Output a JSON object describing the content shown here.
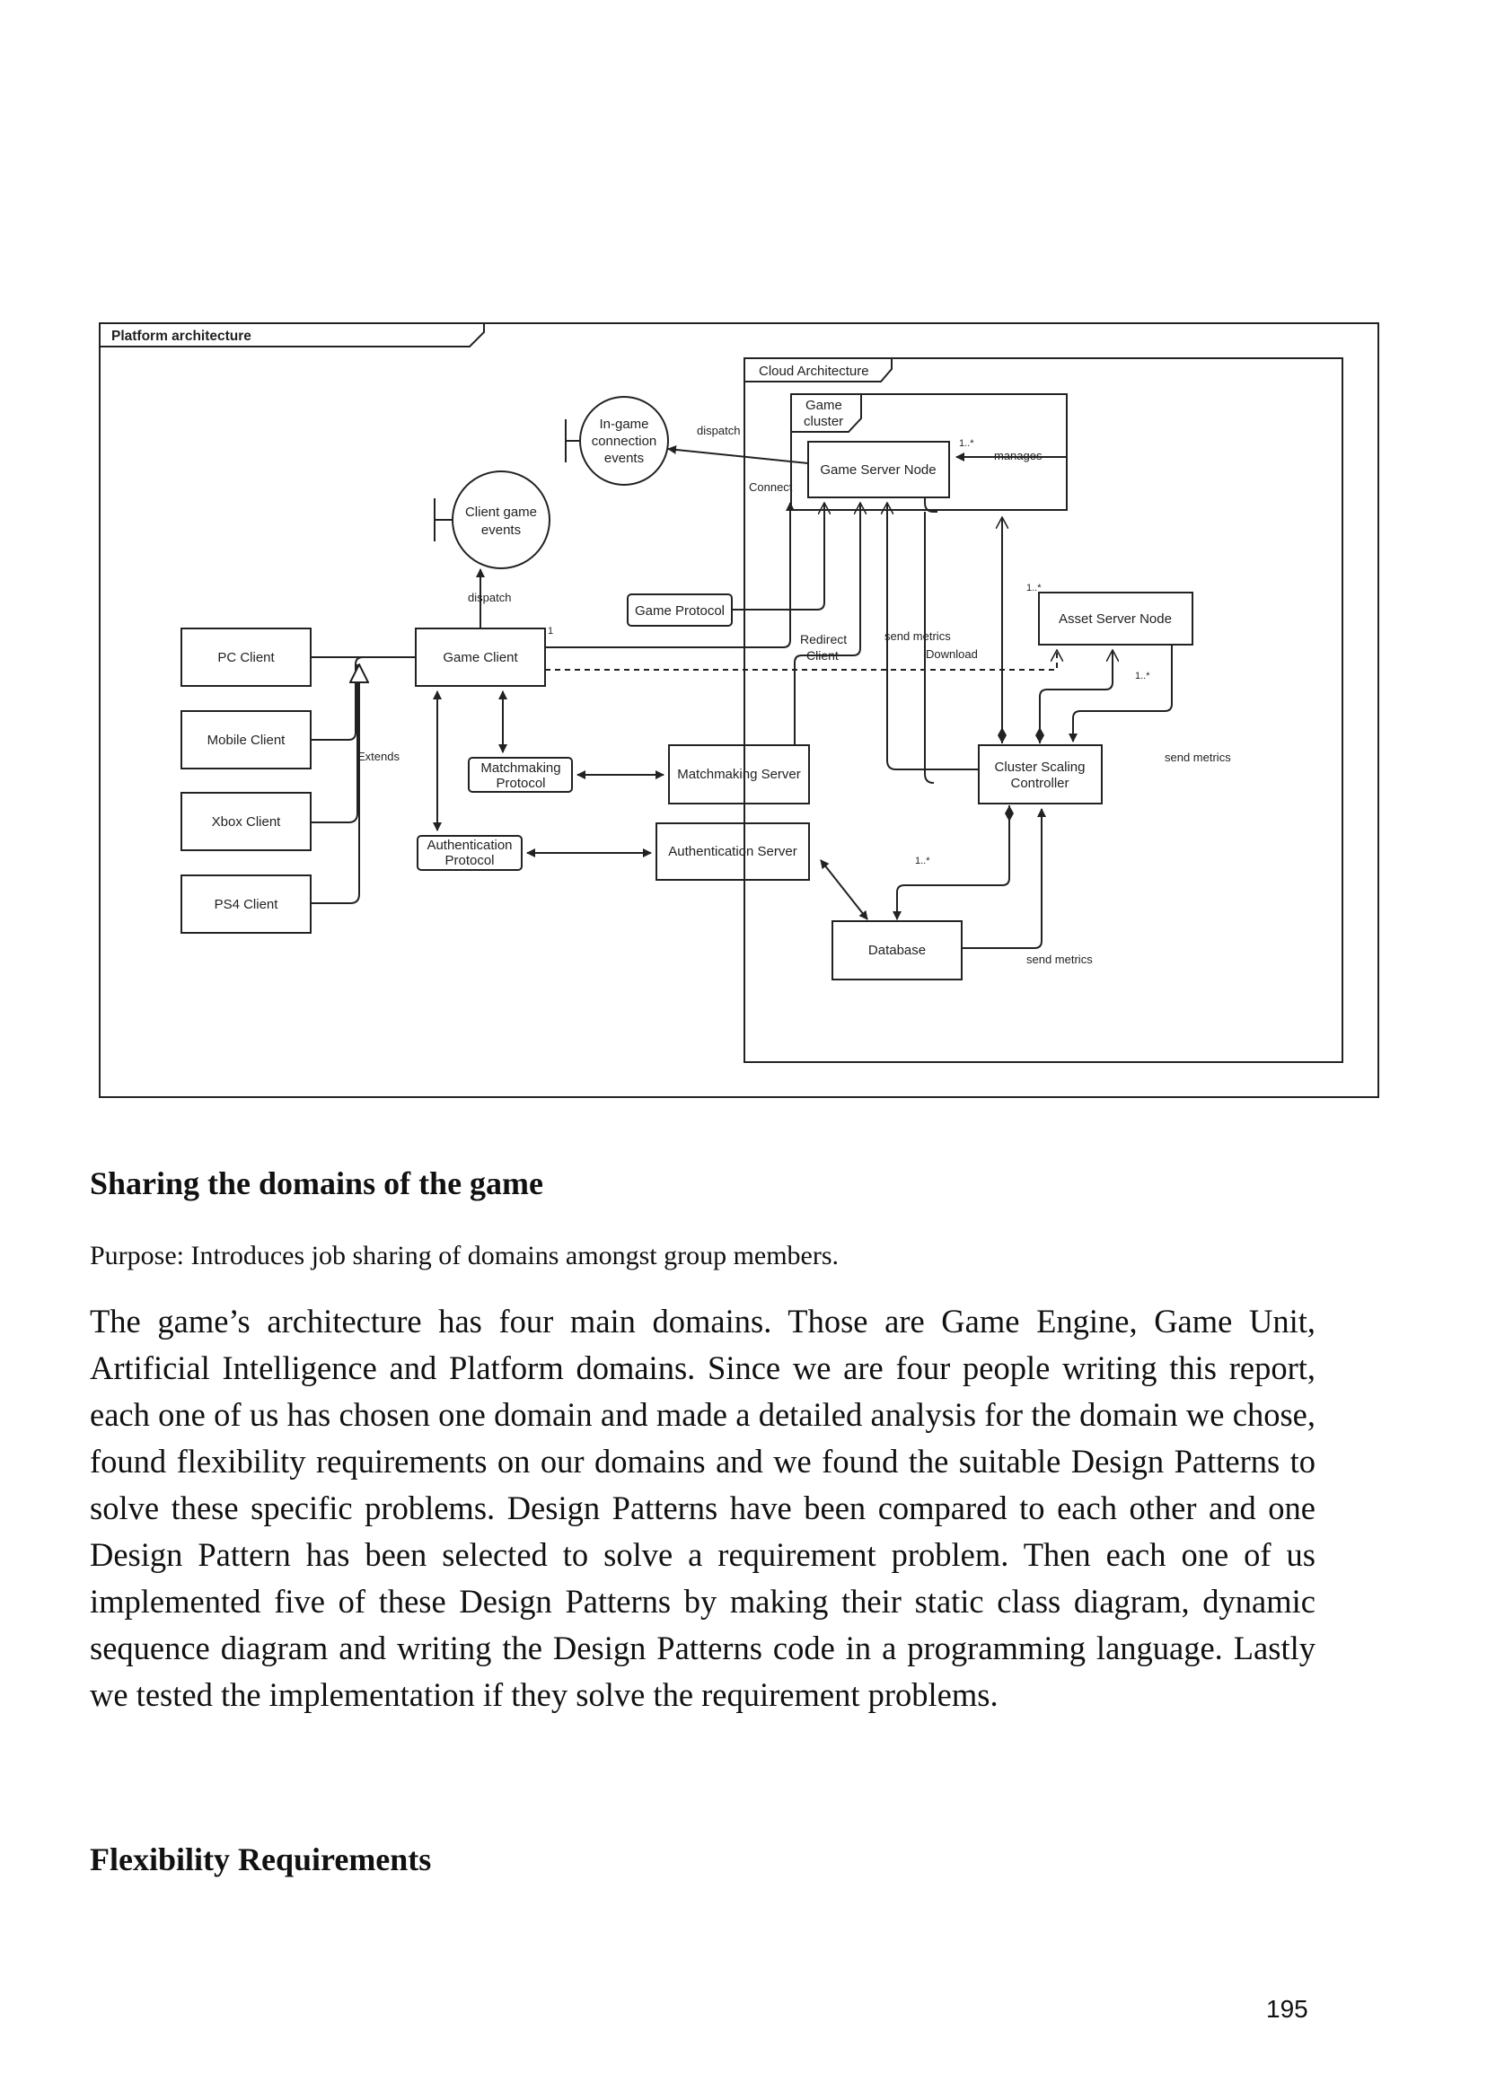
{
  "diagram": {
    "frame_title": "Platform architecture",
    "cloud_title": "Cloud Architecture",
    "cluster_title": [
      "Game",
      "cluster"
    ],
    "nodes": {
      "game_server_node": "Game Server Node",
      "asset_server_node": "Asset Server Node",
      "cluster_scaling_controller": [
        "Cluster Scaling",
        "Controller"
      ],
      "matchmaking_server": "Matchmaking Server",
      "authentication_server": "Authentication Server",
      "database": "Database",
      "game_client": "Game Client",
      "pc_client": "PC Client",
      "mobile_client": "Mobile Client",
      "xbox_client": "Xbox Client",
      "ps4_client": "PS4 Client",
      "game_protocol": "Game Protocol",
      "matchmaking_protocol": [
        "Matchmaking",
        "Protocol"
      ],
      "authentication_protocol": [
        "Authentication",
        "Protocol"
      ],
      "ingame_events": [
        "In-game",
        "connection",
        "events"
      ],
      "client_events": [
        "Client game",
        "events"
      ]
    },
    "labels": {
      "dispatch_ingame": "dispatch",
      "dispatch_client": "dispatch",
      "connect": "Connect",
      "manages": "manages",
      "mult_manages": "1..*",
      "mult_asset": "1..*",
      "mult_asset_inner": "1..*",
      "mult_game_client": "1",
      "mult_database": "1..*",
      "redirect_client": [
        "Redirect",
        "Client"
      ],
      "send_metrics_top": "send metrics",
      "download": "Download",
      "send_metrics_right": "send metrics",
      "send_metrics_bottom": "send metrics",
      "extends": "Extends"
    }
  },
  "text": {
    "heading_domains": "Sharing the domains of the game",
    "purpose": "Purpose: Introduces job sharing of domains amongst group members.",
    "paragraph": "The game’s architecture has four main domains. Those are Game Engine, Game Unit, Artificial Intelligence and Platform domains. Since we are four people writing this report, each one of us has chosen one domain and made a detailed analysis for the domain we chose, found flexibility requirements on our domains and we found the suitable Design Patterns to solve these specific problems. Design Patterns have been compared to each other and one Design Pattern has been selected to solve a requirement problem. Then each one of us implemented five of these Design Patterns by making their static class diagram, dynamic sequence diagram and writing the Design Patterns code in a programming language. Lastly we tested the implementation if they solve the requirement problems.",
    "heading_flexibility": "Flexibility Requirements",
    "page_number": "195"
  }
}
